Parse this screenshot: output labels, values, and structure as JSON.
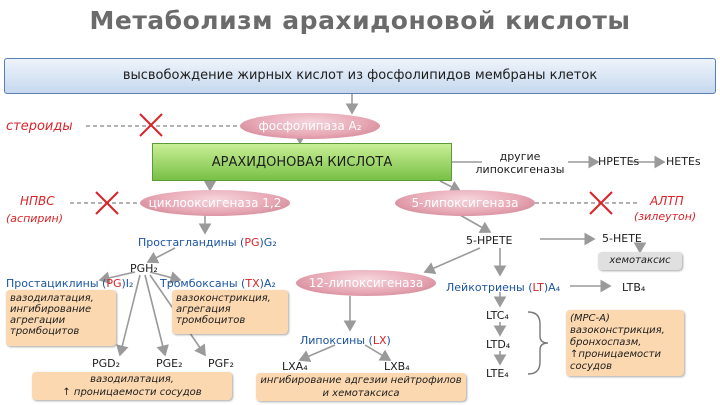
{
  "title": "Метаболизм арахидоновой кислоты",
  "release": "высвобождение жирных кислот из фосфолипидов мембраны клеток",
  "inhibitors": {
    "steroids": "стероиды",
    "nsaid": "НПВС",
    "nsaid_example": "(аспирин)",
    "ltd": "АЛТП",
    "ltd_example": "(зилеутон)"
  },
  "enzymes": {
    "pla2": "фосфолипаза A₂",
    "cox": "циклооксигеназа 1,2",
    "lox5": "5-липоксигеназа",
    "lox12": "12-липоксигеназа"
  },
  "arachidonic_acid": "АРАХИДОНОВАЯ КИСЛОТА",
  "other_lox": {
    "label": "другие\nлипоксигеназы",
    "hpetes": "HPETEs",
    "hetes": "HETEs"
  },
  "cox_path": {
    "prostaglandins": "Простагландины (",
    "pg": "PG",
    "g2": ")G₂",
    "pgh2": "PGH₂",
    "prostacyclin_a": "Простациклины (",
    "prostacyclin_pg": "PG",
    "prostacyclin_b": ")I₂",
    "prostacyclin_fx": "вазодилатация,\nингибирование\nагрегации\nтромбоцитов",
    "thromboxane_a": "Тромбоксаны (",
    "thromboxane_tx": "TX",
    "thromboxane_b": ")A₂",
    "thromboxane_fx": "вазоконстрикция,\nагрегация\nтромбоцитов",
    "pgd2": "PGD₂",
    "pge2": "PGE₂",
    "pgf2": "PGF₂",
    "pg_fx": "вазодилатация,\n↑ проницаемости сосудов"
  },
  "lox_path": {
    "hpete": "5-HPETE",
    "hete": "5-HETE",
    "chemotaxis": "хемотаксис",
    "leukotrienes_a": "Лейкотриены (",
    "leukotrienes_lt": "LT",
    "leukotrienes_b": ")A₄",
    "ltb4": "LTB₄",
    "ltc4": "LTC₄",
    "ltd4": "LTD₄",
    "lte4": "LTE₄",
    "mrs_fx": "(МРС-А)\nвазоконстрикция,\nбронхоспазм,\n↑проницаемости\nсосудов",
    "lipoxins_a": "Липоксины (",
    "lipoxins_lx": "LX",
    "lipoxins_b": ")",
    "lxa4": "LXA₄",
    "lxb4": "LXB₄",
    "lx_fx": "ингибирование адгезии нейтрофилов\nи хемотаксиса"
  },
  "colors": {
    "accent_red": "#d9242a",
    "pill_pink": "#e7a7b4",
    "aa_green": "#78c046",
    "box_blue": "#c6d8ee",
    "fx_cream": "#fbd8b0",
    "fx_grey": "#e0e0e0",
    "label_blue": "#1b54a0"
  }
}
